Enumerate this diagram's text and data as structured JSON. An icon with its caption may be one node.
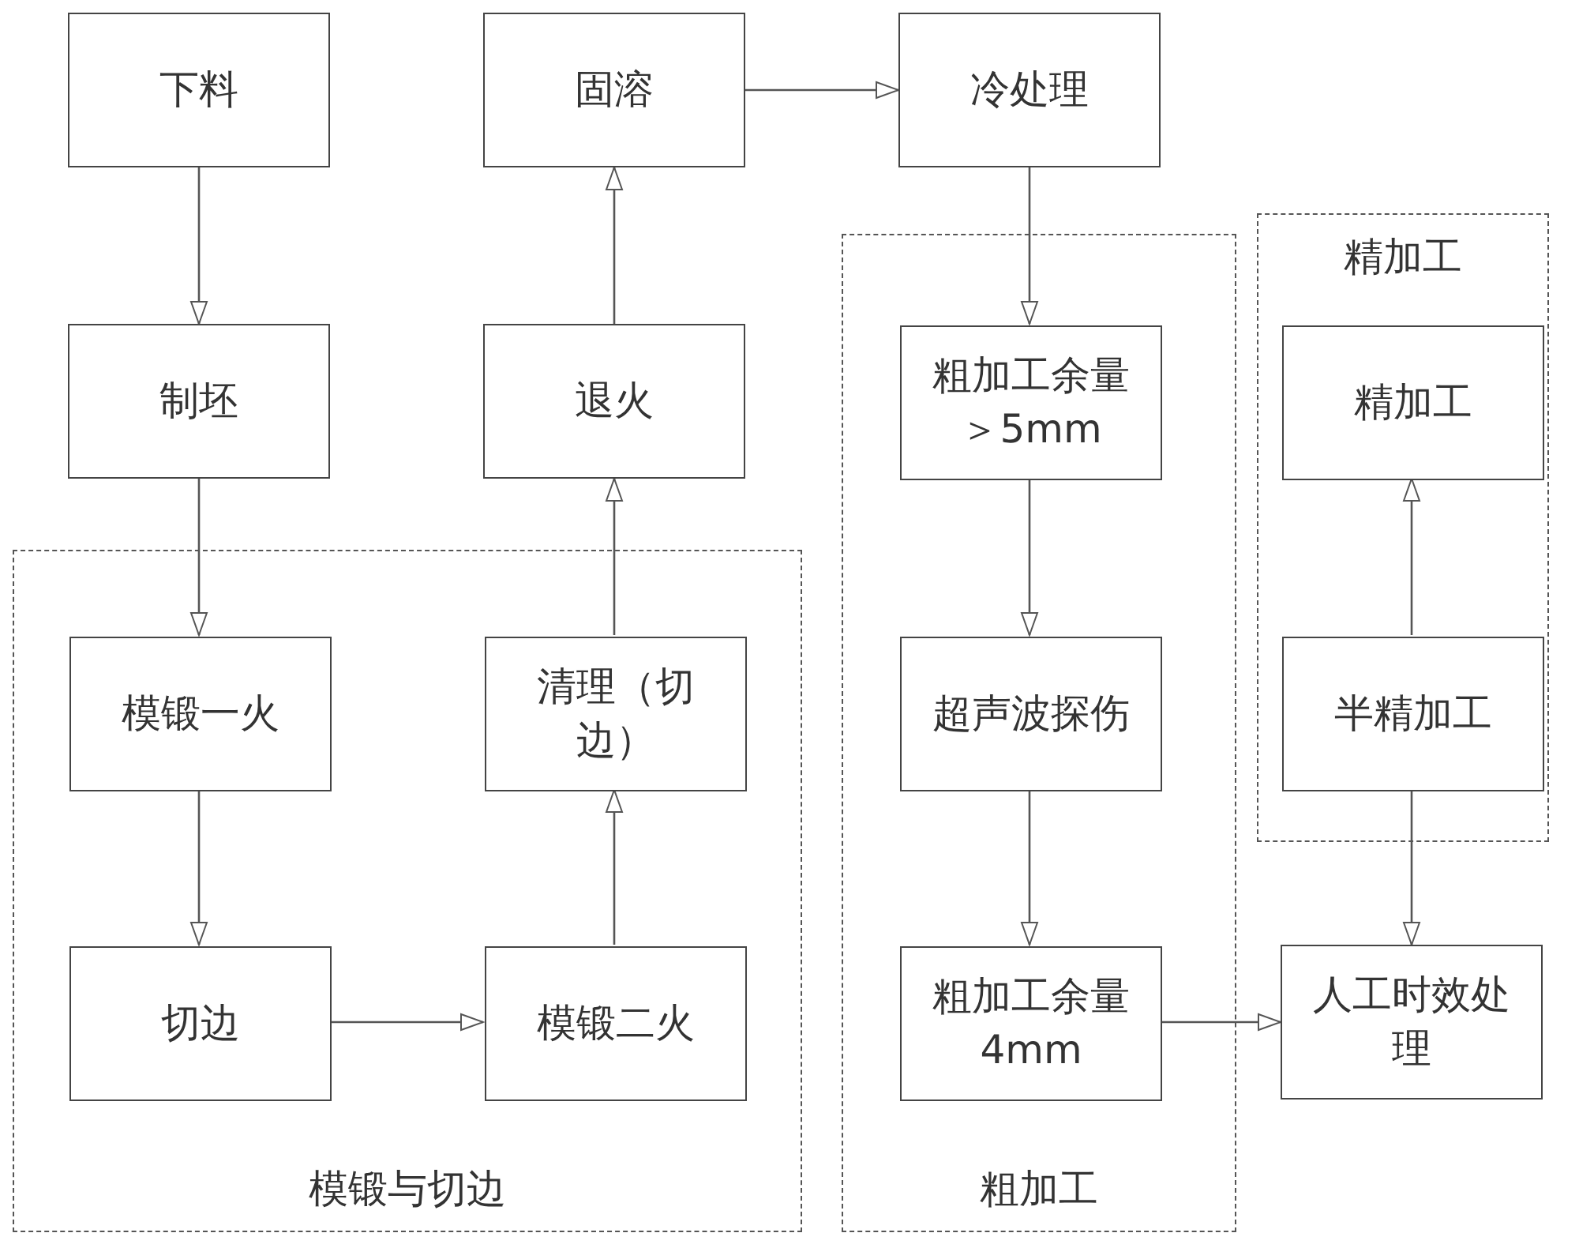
{
  "diagram": {
    "nodes": [
      {
        "text": [
          "下料"
        ]
      },
      {
        "text": [
          "固溶"
        ]
      },
      {
        "text": [
          "冷处理"
        ]
      },
      {
        "text": [
          "粗加工"
        ]
      },
      {
        "text": [
          "精加工"
        ]
      },
      {
        "text": [
          "制坯"
        ]
      },
      {
        "text": [
          "退火"
        ]
      },
      {
        "text": [
          "粗加工余量＞5mm"
        ],
        "in": 3
      },
      {
        "text": [
          "精加工"
        ],
        "in": 4
      },
      {
        "text": [
          "模锻与切边"
        ]
      },
      {
        "text": [
          "模锻一火"
        ],
        "in": 9
      },
      {
        "text": [
          "清理（切边）"
        ],
        "in": 9
      },
      {
        "text": [
          "超声波探伤"
        ],
        "in": 3
      },
      {
        "text": [
          "半精加工"
        ],
        "in": 4
      },
      {
        "text": [
          "切边"
        ],
        "in": 9
      },
      {
        "text": [
          "模锻二火"
        ],
        "in": 9
      },
      {
        "text": [
          "粗加工余量4mm"
        ],
        "in": 3
      },
      {
        "text": [
          "人工时效处理"
        ]
      }
    ],
    "edges": [
      {
        "from": 0,
        "to": 5,
        "arrow": "to"
      },
      {
        "from": 5,
        "to": 10,
        "arrow": "to"
      },
      {
        "from": 10,
        "to": 14,
        "arrow": "to"
      },
      {
        "from": 14,
        "to": 15,
        "arrow": "to"
      },
      {
        "from": 15,
        "to": 11,
        "arrow": "to"
      },
      {
        "from": 11,
        "to": 6,
        "arrow": "to"
      },
      {
        "from": 6,
        "to": 1,
        "arrow": "to"
      },
      {
        "from": 1,
        "to": 2,
        "arrow": "to"
      },
      {
        "from": 2,
        "to": 7,
        "arrow": "to"
      },
      {
        "from": 7,
        "to": 12,
        "arrow": "to"
      },
      {
        "from": 12,
        "to": 16,
        "arrow": "to"
      },
      {
        "from": 16,
        "to": 17,
        "arrow": "to"
      },
      {
        "from": 13,
        "to": 17,
        "arrow": "to"
      },
      {
        "from": 13,
        "to": 8,
        "arrow": "to"
      }
    ]
  }
}
